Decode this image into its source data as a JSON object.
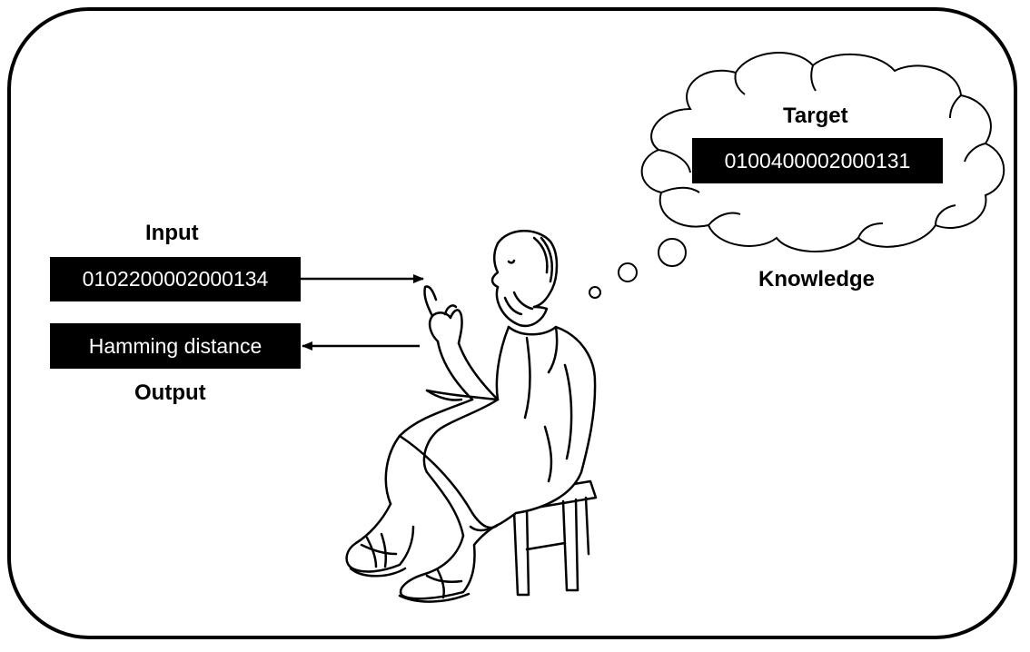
{
  "input": {
    "label": "Input",
    "value": "0102200002000134"
  },
  "output": {
    "label": "Output",
    "value": "Hamming distance"
  },
  "target": {
    "label": "Target",
    "value": "0100400002000131"
  },
  "knowledge": {
    "label": "Knowledge"
  },
  "colors": {
    "stroke": "#000000",
    "box_fill": "#000000",
    "box_text": "#ffffff",
    "background": "#ffffff"
  },
  "icons": {
    "figure": "seated-philosopher-icon",
    "thought": "thought-cloud-icon"
  }
}
